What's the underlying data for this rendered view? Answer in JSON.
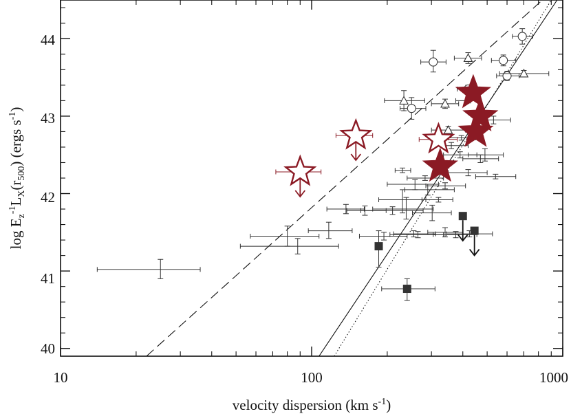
{
  "chart_data": {
    "type": "scatter",
    "title": "",
    "x_scale": "log",
    "xlim": [
      10,
      1000
    ],
    "ylim": [
      39.9,
      44.5
    ],
    "x_ticks": [
      "10",
      "100",
      "1000"
    ],
    "y_ticks": [
      "40",
      "41",
      "42",
      "43",
      "44"
    ],
    "xlabel": {
      "main": "velocity dispersion (km s",
      "sup": "-1",
      "end": ")"
    },
    "ylabel": {
      "a": "log E",
      "a_sub": "z",
      "a_sup": "-1",
      "b": "L",
      "b_sub": "X",
      "c": "(r",
      "c_sub": "500",
      "d": ") (ergs s",
      "d_sup": "-1",
      "e": ")"
    },
    "colors": {
      "axis": "#111111",
      "points": "#333333",
      "star": "#8b1a24",
      "square": "#333333"
    },
    "lines": [
      {
        "style": "dashed",
        "points": [
          [
            22,
            39.9
          ],
          [
            830,
            44.5
          ]
        ]
      },
      {
        "style": "solid",
        "points": [
          [
            107,
            39.9
          ],
          [
            950,
            44.5
          ]
        ]
      },
      {
        "style": "dotted",
        "points": [
          [
            123,
            39.9
          ],
          [
            900,
            44.5
          ]
        ]
      }
    ],
    "points_errorbars": [
      {
        "x": 25,
        "xlo": 14,
        "xhi": 36,
        "y": 41.02,
        "ylo": 40.9,
        "yhi": 41.15
      },
      {
        "x": 80,
        "xlo": 57,
        "xhi": 107,
        "y": 41.45,
        "ylo": 41.32,
        "yhi": 41.58
      },
      {
        "x": 88,
        "xlo": 52,
        "xhi": 128,
        "y": 41.32,
        "ylo": 41.22,
        "yhi": 41.42
      },
      {
        "x": 117,
        "xlo": 97,
        "xhi": 145,
        "y": 41.52,
        "ylo": 41.42,
        "yhi": 41.63
      },
      {
        "x": 137,
        "xlo": 115,
        "xhi": 162,
        "y": 41.8,
        "ylo": 41.74,
        "yhi": 41.86
      },
      {
        "x": 163,
        "xlo": 138,
        "xhi": 198,
        "y": 41.78,
        "ylo": 41.72,
        "yhi": 41.84
      },
      {
        "x": 194,
        "xlo": 155,
        "xhi": 240,
        "y": 41.45,
        "ylo": 41.4,
        "yhi": 41.5
      },
      {
        "x": 210,
        "xlo": 157,
        "xhi": 278,
        "y": 41.78,
        "ylo": 41.73,
        "yhi": 41.83
      },
      {
        "x": 230,
        "xlo": 185,
        "xhi": 285,
        "y": 41.92,
        "ylo": 41.75,
        "yhi": 42.05
      },
      {
        "x": 238,
        "xlo": 175,
        "xhi": 305,
        "y": 41.8,
        "ylo": 41.67,
        "yhi": 41.95
      },
      {
        "x": 255,
        "xlo": 212,
        "xhi": 312,
        "y": 41.48,
        "ylo": 41.44,
        "yhi": 41.52
      },
      {
        "x": 265,
        "xlo": 205,
        "xhi": 335,
        "y": 41.47,
        "ylo": 41.43,
        "yhi": 41.51
      },
      {
        "x": 290,
        "xlo": 235,
        "xhi": 370,
        "y": 42.05,
        "ylo": 41.98,
        "yhi": 42.12
      },
      {
        "x": 258,
        "xlo": 200,
        "xhi": 320,
        "y": 42.12,
        "ylo": 42.05,
        "yhi": 42.18
      },
      {
        "x": 302,
        "xlo": 252,
        "xhi": 360,
        "y": 41.75,
        "ylo": 41.65,
        "yhi": 41.85
      },
      {
        "x": 320,
        "xlo": 275,
        "xhi": 365,
        "y": 41.92,
        "ylo": 41.89,
        "yhi": 41.95
      },
      {
        "x": 340,
        "xlo": 285,
        "xhi": 410,
        "y": 42.1,
        "ylo": 42.06,
        "yhi": 42.14
      },
      {
        "x": 340,
        "xlo": 290,
        "xhi": 400,
        "y": 41.5,
        "ylo": 41.44,
        "yhi": 41.56
      },
      {
        "x": 375,
        "xlo": 305,
        "xhi": 455,
        "y": 41.47,
        "ylo": 41.43,
        "yhi": 41.51
      },
      {
        "x": 425,
        "xlo": 345,
        "xhi": 525,
        "y": 41.48,
        "ylo": 41.44,
        "yhi": 41.52
      },
      {
        "x": 230,
        "xlo": 215,
        "xhi": 248,
        "y": 42.3,
        "ylo": 42.27,
        "yhi": 42.33
      },
      {
        "x": 283,
        "xlo": 240,
        "xhi": 335,
        "y": 42.2,
        "ylo": 42.17,
        "yhi": 42.23
      },
      {
        "x": 360,
        "xlo": 305,
        "xhi": 420,
        "y": 42.62,
        "ylo": 42.58,
        "yhi": 42.66
      },
      {
        "x": 390,
        "xlo": 335,
        "xhi": 455,
        "y": 42.5,
        "ylo": 42.46,
        "yhi": 42.54
      },
      {
        "x": 420,
        "xlo": 350,
        "xhi": 500,
        "y": 42.27,
        "ylo": 42.23,
        "yhi": 42.31
      },
      {
        "x": 470,
        "xlo": 400,
        "xhi": 555,
        "y": 42.45,
        "ylo": 42.4,
        "yhi": 42.5
      },
      {
        "x": 540,
        "xlo": 450,
        "xhi": 650,
        "y": 42.22,
        "ylo": 42.19,
        "yhi": 42.25
      },
      {
        "x": 490,
        "xlo": 420,
        "xhi": 580,
        "y": 42.5,
        "ylo": 42.42,
        "yhi": 42.58
      },
      {
        "x": 395,
        "xlo": 350,
        "xhi": 450,
        "y": 42.72,
        "ylo": 42.69,
        "yhi": 42.75
      },
      {
        "x": 420,
        "xlo": 375,
        "xhi": 470,
        "y": 43.2,
        "ylo": 43.17,
        "yhi": 43.23
      },
      {
        "x": 530,
        "xlo": 460,
        "xhi": 620,
        "y": 42.95,
        "ylo": 42.9,
        "yhi": 43.0
      }
    ],
    "circles": [
      {
        "x": 305,
        "xlo": 272,
        "xhi": 343,
        "y": 43.7,
        "ylo": 43.57,
        "yhi": 43.85
      },
      {
        "x": 250,
        "xlo": 225,
        "xhi": 285,
        "y": 43.1,
        "ylo": 42.96,
        "yhi": 43.24
      },
      {
        "x": 420,
        "xlo": 380,
        "xhi": 470,
        "y": 43.35,
        "ylo": 43.3,
        "yhi": 43.4
      },
      {
        "x": 580,
        "xlo": 520,
        "xhi": 650,
        "y": 43.72,
        "ylo": 43.65,
        "yhi": 43.79
      },
      {
        "x": 600,
        "xlo": 545,
        "xhi": 670,
        "y": 43.52,
        "ylo": 43.46,
        "yhi": 43.58
      },
      {
        "x": 690,
        "xlo": 630,
        "xhi": 760,
        "y": 44.03,
        "ylo": 43.93,
        "yhi": 44.13
      }
    ],
    "triangles": [
      {
        "x": 233,
        "xlo": 195,
        "xhi": 282,
        "y": 43.2,
        "ylo": 43.07,
        "yhi": 43.33
      },
      {
        "x": 340,
        "xlo": 300,
        "xhi": 385,
        "y": 43.16,
        "ylo": 43.1,
        "yhi": 43.22
      },
      {
        "x": 420,
        "xlo": 370,
        "xhi": 475,
        "y": 43.75,
        "ylo": 43.68,
        "yhi": 43.82
      },
      {
        "x": 350,
        "xlo": 300,
        "xhi": 410,
        "y": 42.82,
        "ylo": 42.77,
        "yhi": 42.87
      },
      {
        "x": 700,
        "xlo": 560,
        "xhi": 880,
        "y": 43.55,
        "ylo": 43.51,
        "yhi": 43.59
      }
    ],
    "filled_stars": [
      {
        "x": 440,
        "y": 43.3
      },
      {
        "x": 470,
        "y": 43.0
      },
      {
        "x": 450,
        "y": 42.8
      },
      {
        "x": 325,
        "y": 42.35
      }
    ],
    "open_stars": [
      {
        "x": 90,
        "xlo": 72,
        "xhi": 109,
        "y": 42.28,
        "upper_limit": true
      },
      {
        "x": 150,
        "xlo": 125,
        "xhi": 175,
        "y": 42.75,
        "upper_limit": true
      },
      {
        "x": 320,
        "xlo": 268,
        "xhi": 380,
        "y": 42.7,
        "upper_limit": false
      }
    ],
    "squares": [
      {
        "x": 185,
        "y": 41.32,
        "ylo": 41.05,
        "yhi": 41.52,
        "upper_limit": false
      },
      {
        "x": 240,
        "xlo": 190,
        "xhi": 310,
        "y": 40.77,
        "ylo": 40.62,
        "yhi": 40.9,
        "upper_limit": false
      },
      {
        "x": 400,
        "y": 41.71,
        "upper_limit": true
      },
      {
        "x": 445,
        "y": 41.52,
        "upper_limit": true
      }
    ],
    "grid": false,
    "legend": "none"
  }
}
